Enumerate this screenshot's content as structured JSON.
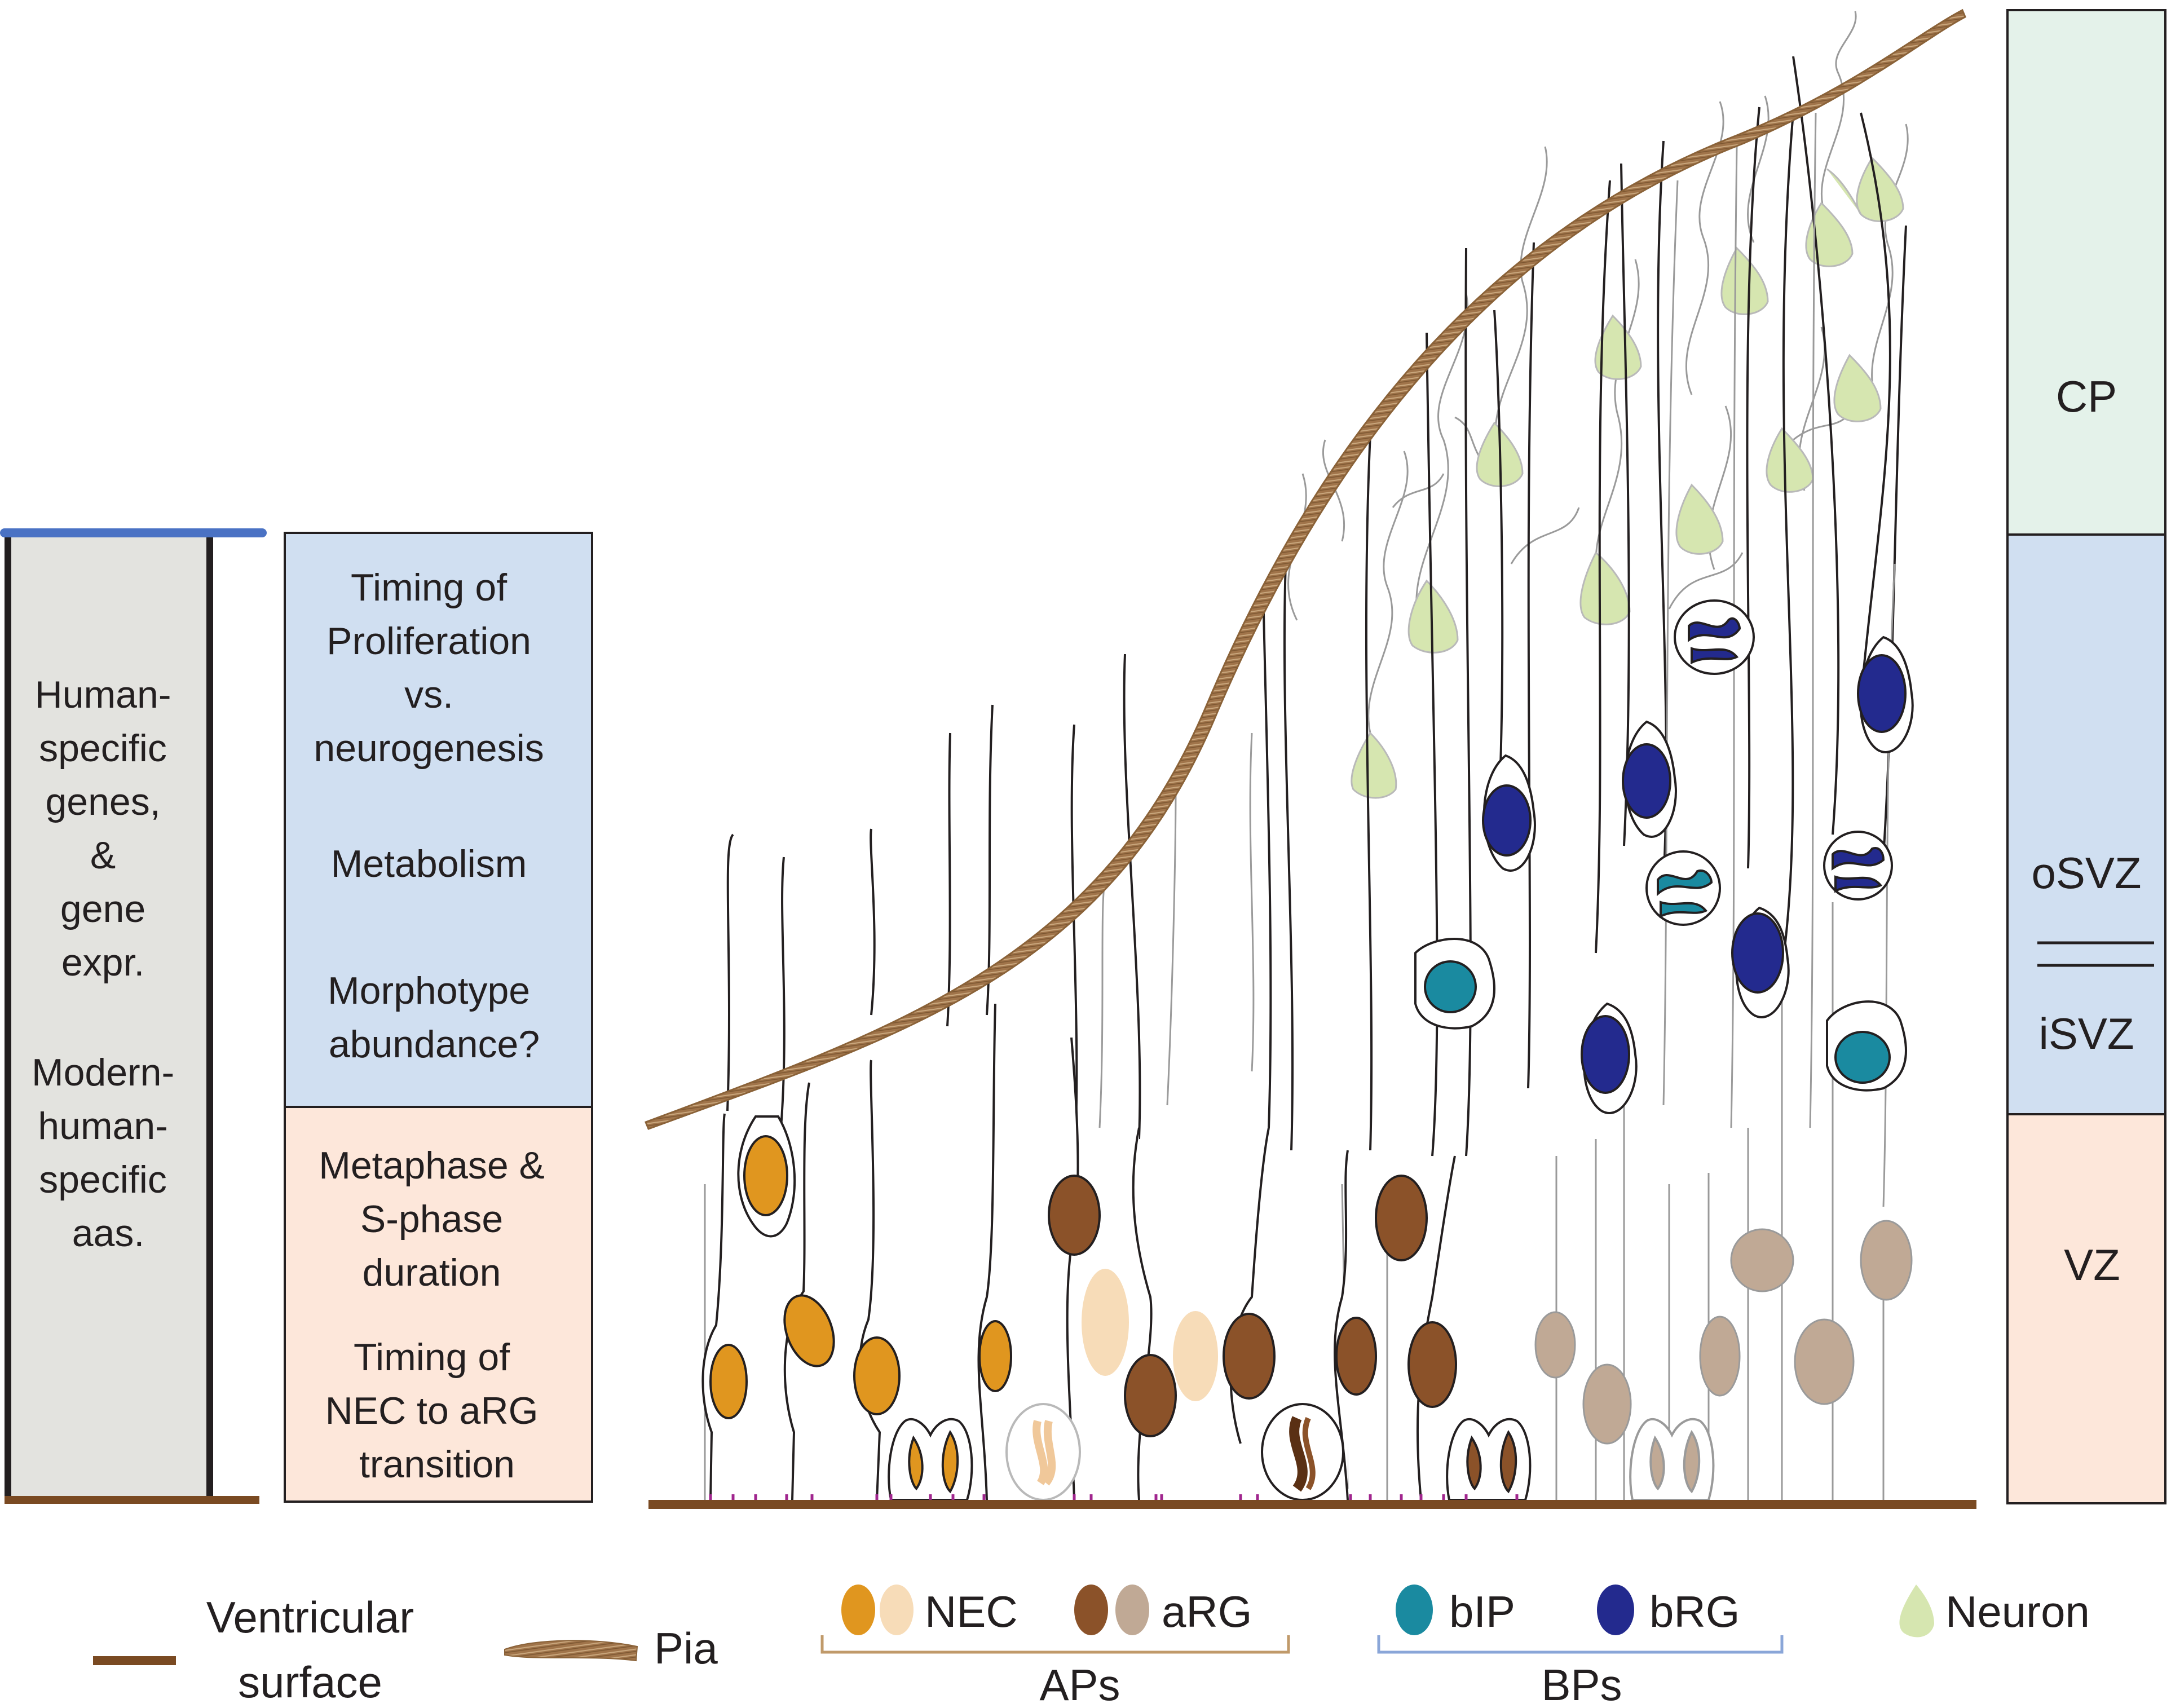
{
  "left_panel": {
    "lines": [
      "Human-",
      "specific",
      "genes,",
      "&",
      "gene",
      "expr.",
      "",
      "Modern-",
      "human-",
      "specific",
      "aas."
    ]
  },
  "mid_panel": {
    "blue_lines": [
      "Timing of",
      "Proliferation",
      "vs.",
      "neurogenesis",
      "",
      "Metabolism",
      "",
      "Morphotype",
      "abundance?"
    ],
    "peach_lines": [
      "Metaphase &",
      "S-phase",
      "duration",
      "",
      "Timing of",
      "NEC to aRG",
      "transition"
    ]
  },
  "zones": {
    "cp": "CP",
    "osvz": "oSVZ",
    "isvz": "iSVZ",
    "vz": "VZ"
  },
  "legend": {
    "ventricular_line1": "Ventricular",
    "ventricular_line2": "surface",
    "pia": "Pia",
    "nec": "NEC",
    "arg": "aRG",
    "aps": "APs",
    "bip": "bIP",
    "brg": "bRG",
    "bps": "BPs",
    "neuron": "Neuron"
  },
  "colors": {
    "nec": "#e0961f",
    "nec_light": "#f7dcb8",
    "arg": "#8b5229",
    "arg_light": "#c0a995",
    "bip": "#1a8aa0",
    "brg": "#232a8e",
    "neuron": "#d6e6b0",
    "pia": "#a0744a",
    "ventricle": "#7a4a22",
    "zone_cp": "#e4f2ea",
    "zone_svz": "#d0dff1",
    "zone_vz": "#fde7da",
    "left_panel": "#e3e3df",
    "blue_rule": "#4a72c4"
  }
}
